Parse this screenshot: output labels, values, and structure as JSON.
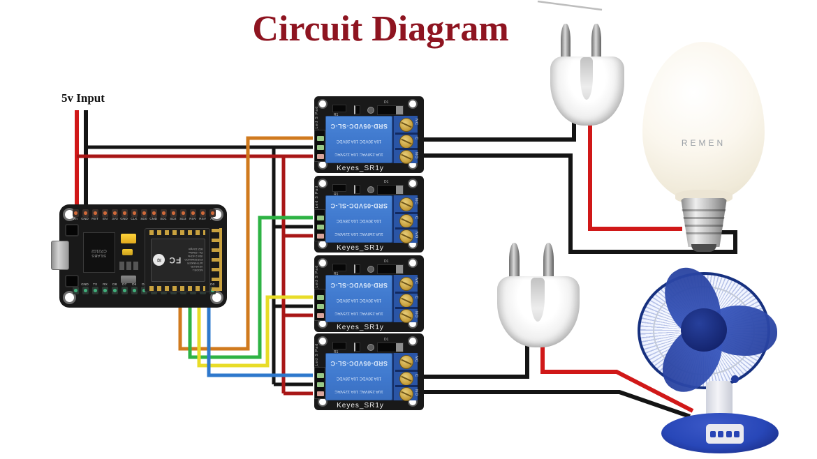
{
  "title": "Circuit Diagram",
  "labels": {
    "power_input": "5v Input"
  },
  "colors": {
    "title_red": "#8e1420",
    "black": "#141414",
    "red": "#d01818",
    "dark_red": "#a81616",
    "orange": "#d07a1e",
    "green": "#2eb344",
    "yellow": "#e8dc28",
    "blue": "#2e78cc",
    "relay_blue": "#3f78cd",
    "term_blue": "#2a55a6",
    "pcb": "#191919",
    "gold": "#c9a23f",
    "fan_blue": "#2847b8",
    "fan_dark": "#14246e",
    "grey_line": "#bdbdbd"
  },
  "nodemcu": {
    "top_pins": [
      "Vin",
      "GND",
      "RST",
      "EN",
      "3V3",
      "GND",
      "CLK",
      "SD0",
      "CMD",
      "SD1",
      "SD2",
      "SD3",
      "RSV",
      "RSV",
      "A0"
    ],
    "bottom_pins": [
      "3V3",
      "GND",
      "TX",
      "RX",
      "D8",
      "D7",
      "D6",
      "D5",
      "GND",
      "3V3",
      "D4",
      "D3",
      "D2",
      "D1",
      "D0"
    ],
    "chip_label": "SILABS\nCP2102",
    "module_logo": "FC",
    "module_wifi": "≋",
    "module_text": "MODEL:\nVENDOR:\nAI/THINKER\nESP8266MOD\nISM 2.4GHz\nPA +25dBm\n802.11b/g/n"
  },
  "relays": {
    "count": 4,
    "name": "Keyes_SR1y",
    "body_lines": [
      "10A 250VAC  10A 125VAC",
      "10A 30VDC  10A 28VDC",
      "SRD-05VDC-SL-C"
    ],
    "terminals": [
      "NC",
      "C",
      "NO"
    ],
    "component_labels": [
      "R1",
      "D1"
    ],
    "side_label": "NO_Led S Pad"
  },
  "bulb": {
    "brand": "REMEN"
  },
  "fan": {
    "buttons": 4
  }
}
